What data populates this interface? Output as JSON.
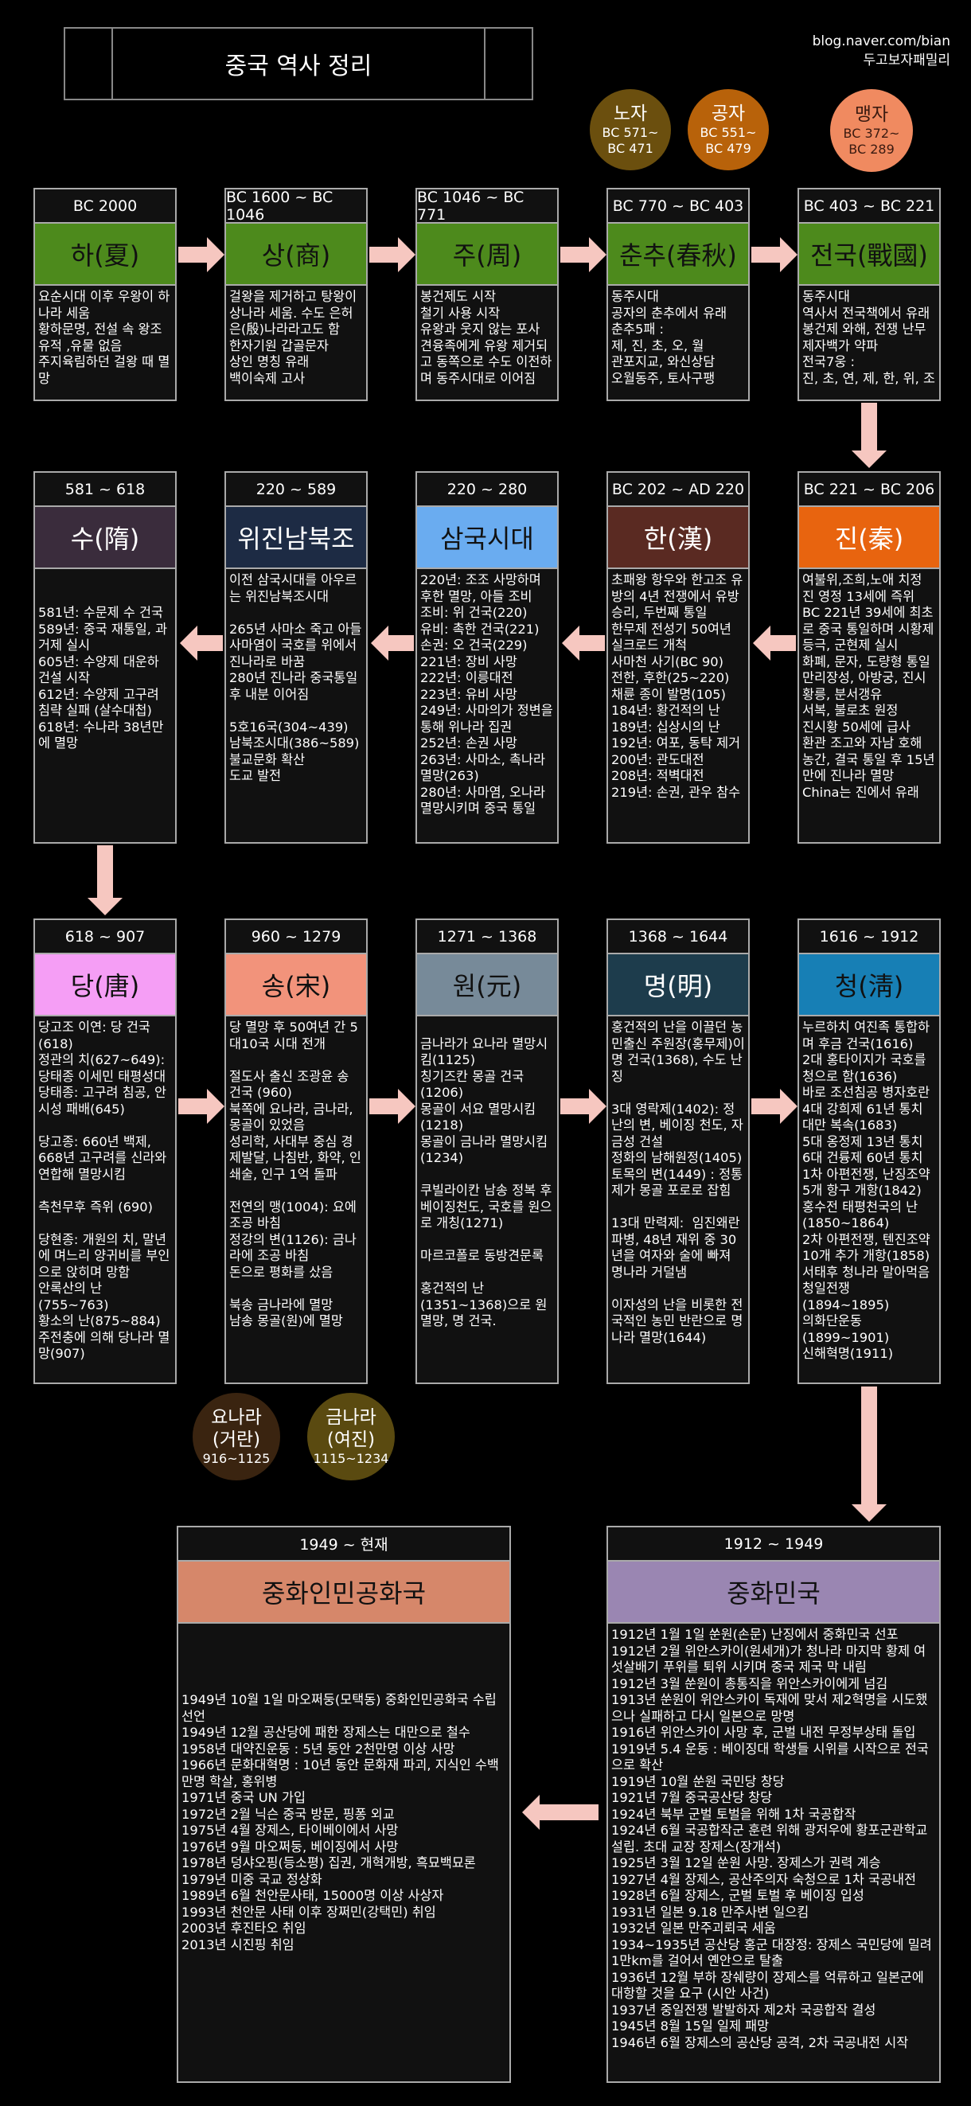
{
  "title": "중국 역사 정리",
  "credit": [
    "blog.naver.com/bian",
    "두고보자패밀리"
  ],
  "people": [
    {
      "name": "노자",
      "dates": [
        "BC 571~",
        "BC 471"
      ],
      "color": "#6b4f0e"
    },
    {
      "name": "공자",
      "dates": [
        "BC 551~",
        "BC 479"
      ],
      "color": "#b8620a"
    },
    {
      "name": "맹자",
      "dates": [
        "BC 372~",
        "BC 289"
      ],
      "color": "#f08a60"
    }
  ],
  "dynasties": [
    {
      "period": "BC 2000",
      "name": "하(夏)",
      "color": "#4d8a1c",
      "textColor": "#111",
      "body": "요순시대 이후 우왕이 하나라 세움\n황하문명, 전설 속 왕조\n유적 ,유물 없음\n주지육림하던 걸왕 때 멸망"
    },
    {
      "period": "BC 1600 ~ BC 1046",
      "name": "상(商)",
      "color": "#4d8a1c",
      "textColor": "#111",
      "body": "걸왕을 제거하고 탕왕이 상나라 세움. 수도 은허\n은(殷)나라라고도 함\n한자기원 갑골문자\n상인 명칭 유래\n백이숙제 고사"
    },
    {
      "period": "BC 1046 ~ BC 771",
      "name": "주(周)",
      "color": "#4d8a1c",
      "textColor": "#111",
      "body": "봉건제도 시작\n철기 사용 시작\n유왕과 웃지 않는 포사\n견융족에게 유왕 제거되고 동쪽으로 수도 이전하며 동주시대로 이어짐"
    },
    {
      "period": "BC 770 ~ BC 403",
      "name": "춘추(春秋)",
      "color": "#4d8a1c",
      "textColor": "#111",
      "body": "동주시대\n공자의 춘추에서 유래\n춘추5패 :\n제, 진, 초, 오, 월\n관포지교, 와신상담\n오월동주, 토사구팽"
    },
    {
      "period": "BC 403 ~ BC 221",
      "name": "전국(戰國)",
      "color": "#4d8a1c",
      "textColor": "#111",
      "body": "동주시대\n역사서 전국책에서 유래\n봉건제 와해, 전쟁 난무\n제자백가 약파\n전국7웅 :\n진, 초, 연, 제, 한, 위, 조"
    },
    {
      "period": "BC 221 ~ BC 206",
      "name": "진(秦)",
      "color": "#e8640f",
      "textColor": "#fff",
      "body": "여불위,조희,노애 치정\n진 영정 13세에 즉위\nBC 221년 39세에 최초로 중국 통일하며 시황제 등극, 군현제 실시\n화폐, 문자, 도량형 통일\n만리장성, 아방궁, 진시황릉, 분서갱유\n서복, 불로초 원정\n진시황 50세에 급사\n환관 조고와 자남 호해 농간, 결국 통일 후 15년만에 진나라 멸망\nChina는 진에서 유래"
    },
    {
      "period": "BC 202 ~ AD 220",
      "name": "한(漢)",
      "color": "#5a2a22",
      "textColor": "#fff",
      "body": "초패왕 항우와 한고조 유방의 4년 전쟁에서 유방 승리, 두번째 통일\n한무제 전성기 50여년\n실크로드 개척\n사마천 사기(BC 90)\n전한, 후한(25~220)\n채륜 종이 발명(105)\n184년: 황건적의 난\n189년: 십상시의 난\n192년: 여포, 동탁 제거\n200년: 관도대전\n208년: 적벽대전\n219년: 손권, 관우 참수"
    },
    {
      "period": "220 ~ 280",
      "name": "삼국시대",
      "color": "#6aacf0",
      "textColor": "#111",
      "body": "220년: 조조 사망하며 후한 멸망, 아들 조비\n조비: 위 건국(220)\n유비: 촉한 건국(221)\n손권: 오 건국(229)\n221년: 장비 사망\n222년: 이릉대전\n223년: 유비 사망\n249년: 사마의가 정변을 통해 위나라 집권\n252년: 손권 사망\n263년: 사마소, 촉나라 멸망(263)\n280년: 사마염, 오나라 멸망시키며 중국 통일"
    },
    {
      "period": "220 ~ 589",
      "name": "위진남북조",
      "color": "#1d2b44",
      "textColor": "#fff",
      "body": "이전 삼국시대를 아우르는 위진남북조시대\n\n265년 사마소 죽고 아들 사마염이 국호를 위에서 진나라로 바꿈\n280년 진나라 중국통일 후 내분 이어짐\n\n5호16국(304~439)\n남북조시대(386~589)\n불교문화 확산\n도교 발전"
    },
    {
      "period": "581 ~ 618",
      "name": "수(隋)",
      "color": "#3a2c3c",
      "textColor": "#fff",
      "body": "\n\n581년: 수문제 수 건국\n589년: 중국 재통일, 과거제 실시\n605년: 수양제 대운하 건설 시작\n612년: 수양제 고구려 침략 실패 (살수대첩)\n618년: 수나라 38년만에 멸망"
    },
    {
      "period": "618 ~ 907",
      "name": "당(唐)",
      "color": "#f59ef5",
      "textColor": "#111",
      "body": "당고조 이연: 당 건국(618)\n정관의 치(627~649): 당태종 이세민 태평성대\n당태종: 고구려 침공, 안시성 패배(645)\n\n당고종: 660년 백제, 668년 고구려를 신라와 연합해 멸망시킴\n\n측천무후 즉위 (690)\n\n당현종: 개원의 치, 말년에 며느리 양귀비를 부인으로 앉히며 망함\n안록산의 난(755~763)\n황소의 난(875~884)\n주전충에 의해 당나라 멸망(907)"
    },
    {
      "period": "960 ~ 1279",
      "name": "송(宋)",
      "color": "#f2937b",
      "textColor": "#111",
      "body": "당 멸망 후 50여년 간 5대10국 시대 전개\n\n절도사 출신 조광윤 송 건국 (960)\n북쪽에 요나라, 금나라, 몽골이 있었음\n성리학, 사대부 중심 경제발달, 나침반, 화약, 인쇄술, 인구 1억 돌파\n\n전연의 맹(1004): 요에 조공 바침\n정강의 변(1126): 금나라에 조공 바침\n돈으로 평화를 샀음\n\n북송 금나라에 멸망\n남송 몽골(원)에 멸망"
    },
    {
      "period": "1271 ~ 1368",
      "name": "원(元)",
      "color": "#778a99",
      "textColor": "#111",
      "body": "\n금나라가 요나라 멸망시킴(1125)\n칭기즈칸 몽골 건국(1206)\n몽골이 서요 멸망시킴(1218)\n몽골이 금나라 멸망시킴(1234)\n\n쿠빌라이칸 남송 정복 후 베이징천도, 국호를 원으로 개칭(1271)\n\n마르코폴로 동방견문록\n\n홍건적의 난\n(1351~1368)으로 원 멸망, 명 건국."
    },
    {
      "period": "1368 ~ 1644",
      "name": "명(明)",
      "color": "#1d3c4c",
      "textColor": "#fff",
      "body": "홍건적의 난을 이끌던 농민출신 주원장(홍무제)이 명 건국(1368), 수도 난징\n\n3대 영락제(1402): 정난의 변, 베이징 천도, 자금성 건설\n정화의 남해원정(1405)\n토목의 변(1449) : 정통제가 몽골 포로로 잡힘\n\n13대 만력제:  임진왜란 파병, 48년 재위 중 30년을 여자와 술에 빠져 명나라 거덜냄\n\n이자성의 난을 비롯한 전국적인 농민 반란으로 명나라 멸망(1644)"
    },
    {
      "period": "1616 ~ 1912",
      "name": "청(淸)",
      "color": "#177fb5",
      "textColor": "#111",
      "body": "누르하치 여진족 통합하며 후금 건국(1616)\n2대 홍타이지가 국호를 청으로 함(1636)\n바로 조선침공 병자호란\n4대 강희제 61년 통치 대만 복속(1683)\n5대 옹정제 13년 통치\n6대 건륭제 60년 통치\n1차 아편전쟁, 난징조약 5개 항구 개항(1842)\n홍수전 태평천국의 난 (1850~1864)\n2차 아편전쟁, 텐진조약 10개 추가 개항(1858)\n서태후 청나라 말아먹음\n청일전쟁(1894~1895)\n의화단운동\n(1899~1901)\n신해혁명(1911)"
    },
    {
      "period": "1912 ~ 1949",
      "name": "중화민국",
      "color": "#9a86b2",
      "textColor": "#111",
      "body": "1912년 1월 1일 쑨원(손문) 난징에서 중화민국 선포\n1912년 2월 위안스카이(원세개)가 청나라 마지막 황제 여섯살배기 푸위를 퇴위 시키며 중국 제국 막 내림\n1912년 3월 쑨원이 총통직을 위안스카이에게 넘김\n1913년 쑨원이 위안스카이 독재에 맞서 제2혁명을 시도했으나 실패하고 다시 일본으로 망명\n1916년 위안스카이 사망 후, 군벌 내전 무정부상태 돌입\n1919년 5.4 운동 : 베이징대 학생들 시위를 시작으로 전국으로 확산\n1919년 10월 쑨원 국민당 창당\n1921년 7월 중국공산당 창당\n1924년 북부 군벌 토벌을 위해 1차 국공합작\n1924년 6월 국공합작군 훈련 위해 광저우에 황포군관학교 설립. 초대 교장 장제스(장개석)\n1925년 3월 12일 쑨원 사망. 장제스가 권력 계승\n1927년 4월 장제스, 공산주의자 숙청으로 1차 국공내전\n1928년 6월 장제스, 군벌 토벌 후 베이징 입성\n1931년 일본 9.18 만주사변 일으킴\n1932년 일본 만주괴뢰국 세움\n1934~1935년 공산당 홍군 대장정: 장제스 국민당에 밀려 1만km를 걸어서 옌안으로 탈출\n1936년 12월 부하 장쉐량이 장제스를 억류하고 일본군에 대항할 것을 요구 (시안 사건)\n1937년 중일전쟁 발발하자 제2차 국공합작 결성\n1945년 8월 15일 일제 패망\n1946년 6월 장제스의 공산당 공격, 2차 국공내전 시작"
    },
    {
      "period": "1949 ~ 현재",
      "name": "중화인민공화국",
      "color": "#d6876a",
      "textColor": "#111",
      "body": "\n\n\n\n1949년 10월 1일 마오쩌둥(모택동) 중화인민공화국 수립 선언\n1949년 12월 공산당에 패한 장제스는 대만으로 철수\n1958년 대약진운동 : 5년 동안 2천만명 이상 사망\n1966년 문화대혁명 : 10년 동안 문화재 파괴, 지식인 수백만명 학살, 홍위병\n1971년 중국 UN 가입\n1972년 2월 닉슨 중국 방문, 핑퐁 외교\n1975년 4월 장제스, 타이베이에서 사망\n1976년 9월 마오쩌둥, 베이징에서 사망\n1978년 덩샤오핑(등소평) 집권, 개혁개방, 흑묘백묘론\n1979년 미중 국교 정상화\n1989년 6월 천안문사태, 15000명 이상 사상자\n1993년 천안문 사태 이후 장쩌민(강택민) 취임\n2003년 후진타오 취임\n2013년 시진핑 취임"
    }
  ],
  "neighbors": [
    {
      "name": "요나라",
      "sub": "(거란)",
      "dates": "916~1125",
      "color": "#3a2410"
    },
    {
      "name": "금나라",
      "sub": "(여진)",
      "dates": "1115~1234",
      "color": "#5a4a10"
    }
  ],
  "colors": {
    "arrow": "#f6c7c0",
    "frame": "#aaaaaa",
    "background": "#000000"
  }
}
